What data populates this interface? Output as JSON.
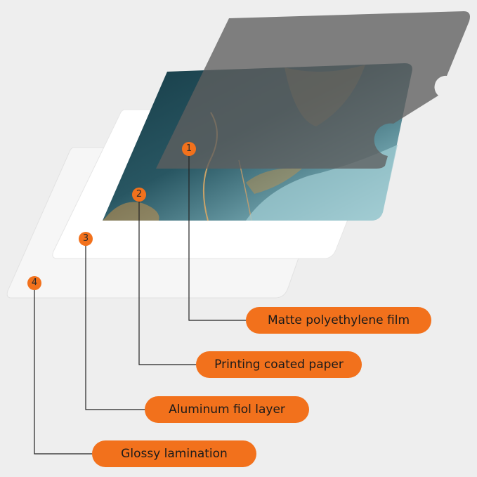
{
  "callouts": [
    {
      "number": "1",
      "label": "Matte polyethylene film"
    },
    {
      "number": "2",
      "label": "Printing coated paper"
    },
    {
      "number": "3",
      "label": "Aluminum fiol layer"
    },
    {
      "number": "4",
      "label": "Glossy lamination"
    }
  ],
  "colors": {
    "background": "#eeeeee",
    "accent": "#f2711c",
    "film": "#6b6b6b",
    "paper_dark": "#1f4a55",
    "paper_light": "#8fbac2",
    "gold": "#c8924a",
    "foil": "#ffffff",
    "lamination": "#f6f6f6",
    "leader_line": "#222222"
  }
}
